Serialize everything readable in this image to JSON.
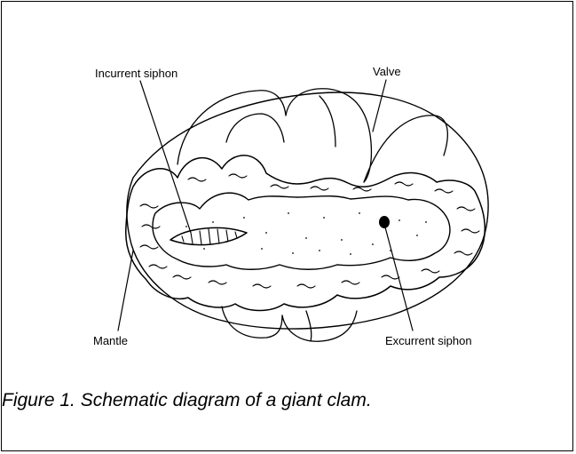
{
  "diagram": {
    "labels": {
      "incurrent_siphon": "Incurrent siphon",
      "valve": "Valve",
      "mantle": "Mantle",
      "excurrent_siphon": "Excurrent siphon"
    },
    "caption": "Figure 1. Schematic diagram of a giant clam."
  }
}
